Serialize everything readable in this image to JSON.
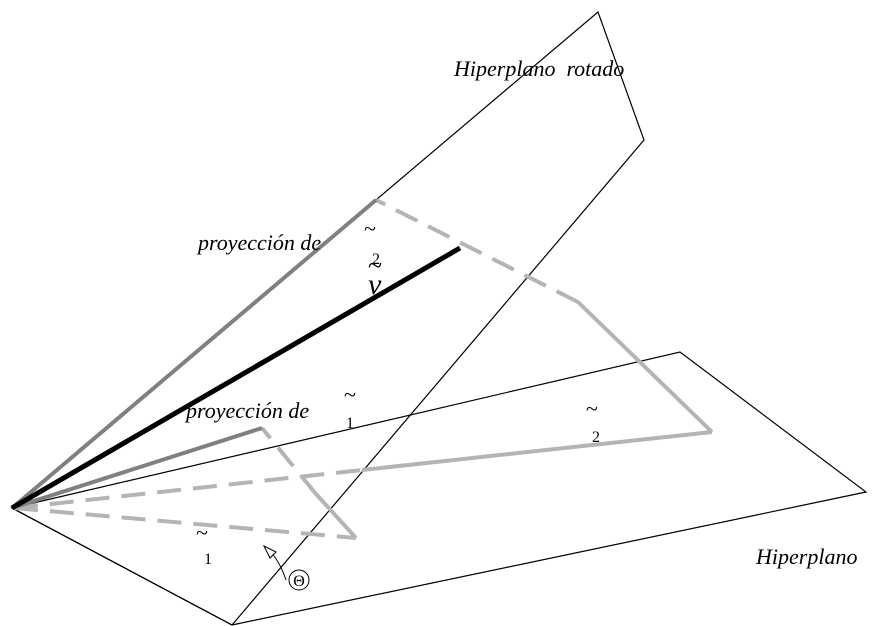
{
  "labels": {
    "rotated_plane": "Hiperplano  rotado",
    "plane": "Hiperplano",
    "proj2_text": "proyección de",
    "proj1_text": "proyección de",
    "tilde": "~",
    "sub_2": "2",
    "sub_1": "1",
    "v": "v",
    "theta": "Θ"
  },
  "colors": {
    "outline": "#000000",
    "vector_v": "#000000",
    "projection_dark": "#7f7f7f",
    "projection_light": "#b4b4b4"
  }
}
